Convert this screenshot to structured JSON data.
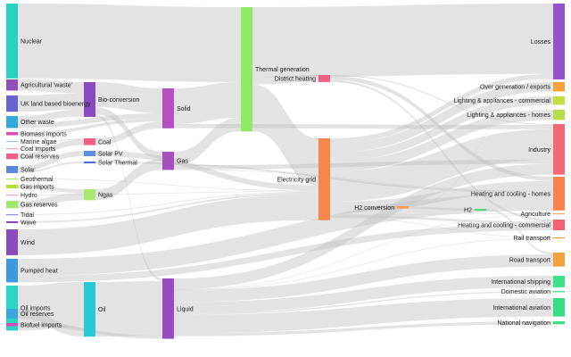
{
  "chart_data": {
    "type": "sankey",
    "title": "",
    "nodes": [
      {
        "id": "nuclear",
        "label": "Nuclear",
        "color": "#27d3c0"
      },
      {
        "id": "agri_waste",
        "label": "Agricultural 'waste'",
        "color": "#8e4fb9"
      },
      {
        "id": "uk_bio",
        "label": "UK land based bioenergy",
        "color": "#6a63d3"
      },
      {
        "id": "other_waste",
        "label": "Other waste",
        "color": "#33a9d6"
      },
      {
        "id": "biomass_imports",
        "label": "Biomass imports",
        "color": "#d94cb0"
      },
      {
        "id": "marine_algae",
        "label": "Marine algae",
        "color": "#a7c7e3"
      },
      {
        "id": "coal_imports",
        "label": "Coal imports",
        "color": "#f5a3b5"
      },
      {
        "id": "coal_reserves",
        "label": "Coal reserves",
        "color": "#f25e86"
      },
      {
        "id": "solar",
        "label": "Solar",
        "color": "#5b86d9"
      },
      {
        "id": "geothermal",
        "label": "Geothermal",
        "color": "#a0e67a"
      },
      {
        "id": "gas_imports",
        "label": "Gas imports",
        "color": "#b8dd3c"
      },
      {
        "id": "hydro",
        "label": "Hydro",
        "color": "#e9a1d2"
      },
      {
        "id": "gas_reserves",
        "label": "Gas reserves",
        "color": "#a2e86a"
      },
      {
        "id": "tidal",
        "label": "Tidal",
        "color": "#8a8fe6"
      },
      {
        "id": "wave",
        "label": "Wave",
        "color": "#7d3fb4"
      },
      {
        "id": "wind",
        "label": "Wind",
        "color": "#8a4cbd"
      },
      {
        "id": "pumped_heat",
        "label": "Pumped heat",
        "color": "#3d9ae0"
      },
      {
        "id": "oil_imports",
        "label": "Oil imports",
        "color": "#2cd5c4"
      },
      {
        "id": "oil_reserves",
        "label": "Oil reserves",
        "color": "#3aa6d9"
      },
      {
        "id": "biofuel_imports",
        "label": "Biofuel imports",
        "color": "#d74bb6"
      },
      {
        "id": "bio_conversion",
        "label": "Bio-conversion",
        "color": "#8b4bc0"
      },
      {
        "id": "coal",
        "label": "Coal",
        "color": "#f25e86"
      },
      {
        "id": "solar_pv",
        "label": "Solar PV",
        "color": "#5b8fd9"
      },
      {
        "id": "solar_thermal",
        "label": "Solar Thermal",
        "color": "#3f6fd3"
      },
      {
        "id": "ngas",
        "label": "Ngas",
        "color": "#a8e86f"
      },
      {
        "id": "oil",
        "label": "Oil",
        "color": "#27c9d6"
      },
      {
        "id": "solid",
        "label": "Solid",
        "color": "#b64fc1"
      },
      {
        "id": "gas",
        "label": "Gas",
        "color": "#a84fbd"
      },
      {
        "id": "liquid",
        "label": "Liquid",
        "color": "#9a4bbf"
      },
      {
        "id": "thermal_gen",
        "label": "Thermal generation",
        "color": "#8ceb62"
      },
      {
        "id": "district_heating",
        "label": "District heating",
        "color": "#f25e86"
      },
      {
        "id": "electricity_grid",
        "label": "Electricity grid",
        "color": "#f8864a"
      },
      {
        "id": "h2_conversion",
        "label": "H2 conversion",
        "color": "#f5a24a"
      },
      {
        "id": "h2",
        "label": "H2",
        "color": "#57d47b"
      },
      {
        "id": "losses",
        "label": "Losses",
        "color": "#9653c9"
      },
      {
        "id": "over_gen",
        "label": "Over generation / exports",
        "color": "#f7a23a"
      },
      {
        "id": "lighting_comm",
        "label": "Lighting & appliances - commercial",
        "color": "#c2de3f"
      },
      {
        "id": "lighting_homes",
        "label": "Lighting & appliances - homes",
        "color": "#b8dd4a"
      },
      {
        "id": "industry",
        "label": "Industry",
        "color": "#f46a74"
      },
      {
        "id": "heating_homes",
        "label": "Heating and cooling - homes",
        "color": "#f8834f"
      },
      {
        "id": "agriculture",
        "label": "Agriculture",
        "color": "#f9a94a"
      },
      {
        "id": "heating_comm",
        "label": "Heating and cooling - commercial",
        "color": "#f46272"
      },
      {
        "id": "rail",
        "label": "Rail transport",
        "color": "#f7a23a"
      },
      {
        "id": "road",
        "label": "Road transport",
        "color": "#f2a23c"
      },
      {
        "id": "intl_shipping",
        "label": "International shipping",
        "color": "#3ee08a"
      },
      {
        "id": "domestic_aviation",
        "label": "Domestic aviation",
        "color": "#3ee08a"
      },
      {
        "id": "intl_aviation",
        "label": "International aviation",
        "color": "#37dd84"
      },
      {
        "id": "national_navigation",
        "label": "National navigation",
        "color": "#3cdc88"
      }
    ],
    "links": [
      {
        "source": "nuclear",
        "target": "thermal_gen",
        "value": 839
      },
      {
        "source": "agri_waste",
        "target": "bio_conversion",
        "value": 124.7
      },
      {
        "source": "uk_bio",
        "target": "bio_conversion",
        "value": 182
      },
      {
        "source": "other_waste",
        "target": "bio_conversion",
        "value": 77.8
      },
      {
        "source": "other_waste",
        "target": "solid",
        "value": 56.6
      },
      {
        "source": "biomass_imports",
        "target": "solid",
        "value": 35
      },
      {
        "source": "marine_algae",
        "target": "bio_conversion",
        "value": 4.4
      },
      {
        "source": "coal_imports",
        "target": "coal",
        "value": 11.6
      },
      {
        "source": "coal_reserves",
        "target": "coal",
        "value": 63.9
      },
      {
        "source": "solar",
        "target": "solar_pv",
        "value": 59.9
      },
      {
        "source": "solar",
        "target": "solar_thermal",
        "value": 19.3
      },
      {
        "source": "geothermal",
        "target": "electricity_grid",
        "value": 7.0
      },
      {
        "source": "gas_imports",
        "target": "ngas",
        "value": 40.7
      },
      {
        "source": "hydro",
        "target": "electricity_grid",
        "value": 6.9
      },
      {
        "source": "gas_reserves",
        "target": "ngas",
        "value": 82.2
      },
      {
        "source": "tidal",
        "target": "electricity_grid",
        "value": 9.0
      },
      {
        "source": "wave",
        "target": "electricity_grid",
        "value": 19.0
      },
      {
        "source": "wind",
        "target": "electricity_grid",
        "value": 289.4
      },
      {
        "source": "pumped_heat",
        "target": "heating_homes",
        "value": 193.0
      },
      {
        "source": "pumped_heat",
        "target": "heating_comm",
        "value": 70.7
      },
      {
        "source": "oil_imports",
        "target": "oil",
        "value": 504.3
      },
      {
        "source": "oil_reserves",
        "target": "oil",
        "value": 107.7
      },
      {
        "source": "biofuel_imports",
        "target": "liquid",
        "value": 35
      },
      {
        "source": "bio_conversion",
        "target": "solid",
        "value": 280.3
      },
      {
        "source": "bio_conversion",
        "target": "gas",
        "value": 81.1
      },
      {
        "source": "bio_conversion",
        "target": "liquid",
        "value": 28.6
      },
      {
        "source": "coal",
        "target": "solid",
        "value": 75.6
      },
      {
        "source": "solar_pv",
        "target": "electricity_grid",
        "value": 59.9
      },
      {
        "source": "solar_thermal",
        "target": "heating_homes",
        "value": 19.3
      },
      {
        "source": "ngas",
        "target": "gas",
        "value": 122.9
      },
      {
        "source": "oil",
        "target": "liquid",
        "value": 611.9
      },
      {
        "source": "solid",
        "target": "thermal_gen",
        "value": 400.1
      },
      {
        "source": "solid",
        "target": "industry",
        "value": 46.4
      },
      {
        "source": "gas",
        "target": "thermal_gen",
        "value": 151.9
      },
      {
        "source": "gas",
        "target": "industry",
        "value": 46.4
      },
      {
        "source": "gas",
        "target": "heating_homes",
        "value": 5.7
      },
      {
        "source": "liquid",
        "target": "road",
        "value": 135.8
      },
      {
        "source": "liquid",
        "target": "intl_shipping",
        "value": 128.7
      },
      {
        "source": "liquid",
        "target": "intl_aviation",
        "value": 206.3
      },
      {
        "source": "liquid",
        "target": "domestic_aviation",
        "value": 14.0
      },
      {
        "source": "liquid",
        "target": "national_navigation",
        "value": 33.2
      },
      {
        "source": "liquid",
        "target": "industry",
        "value": 121.1
      },
      {
        "source": "liquid",
        "target": "agriculture",
        "value": 4.0
      },
      {
        "source": "liquid",
        "target": "rail",
        "value": 4.0
      },
      {
        "source": "thermal_gen",
        "target": "losses",
        "value": 787.1
      },
      {
        "source": "thermal_gen",
        "target": "electricity_grid",
        "value": 525.5
      },
      {
        "source": "thermal_gen",
        "target": "district_heating",
        "value": 79.3
      },
      {
        "source": "district_heating",
        "target": "industry",
        "value": 10.6
      },
      {
        "source": "district_heating",
        "target": "heating_comm",
        "value": 22.5
      },
      {
        "source": "district_heating",
        "target": "heating_homes",
        "value": 46.2
      },
      {
        "source": "electricity_grid",
        "target": "over_gen",
        "value": 104.5
      },
      {
        "source": "electricity_grid",
        "target": "lighting_comm",
        "value": 93.8
      },
      {
        "source": "electricity_grid",
        "target": "lighting_homes",
        "value": 113.7
      },
      {
        "source": "electricity_grid",
        "target": "industry",
        "value": 342.2
      },
      {
        "source": "electricity_grid",
        "target": "heating_homes",
        "value": 113.7
      },
      {
        "source": "electricity_grid",
        "target": "heating_comm",
        "value": 27.1
      },
      {
        "source": "electricity_grid",
        "target": "h2_conversion",
        "value": 27.1
      },
      {
        "source": "electricity_grid",
        "target": "rail",
        "value": 6.0
      },
      {
        "source": "electricity_grid",
        "target": "losses",
        "value": 56.7
      },
      {
        "source": "electricity_grid",
        "target": "agriculture",
        "value": 6.0
      },
      {
        "source": "h2_conversion",
        "target": "h2",
        "value": 20.9
      },
      {
        "source": "h2_conversion",
        "target": "losses",
        "value": 6.2
      },
      {
        "source": "h2",
        "target": "road",
        "value": 20.9
      }
    ]
  }
}
